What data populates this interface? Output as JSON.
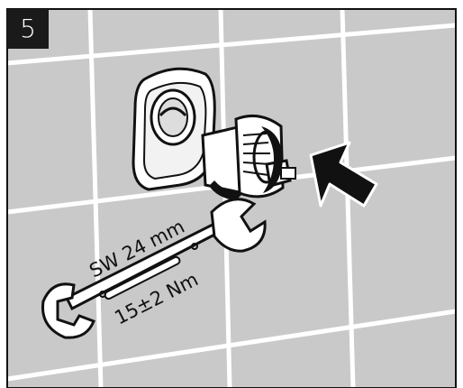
{
  "step": {
    "number": "5"
  },
  "wrench": {
    "size_label": "SW 24 mm",
    "torque_label": "15±2 Nm"
  },
  "icons": {
    "arrow": "push-arrow-icon",
    "wrench": "open-end-wrench-icon",
    "valve": "valve-cartridge-icon"
  },
  "colors": {
    "wall": "#c9c9c9",
    "grout": "#ffffff",
    "ink": "#111111",
    "badge": "#1a1a1a"
  }
}
